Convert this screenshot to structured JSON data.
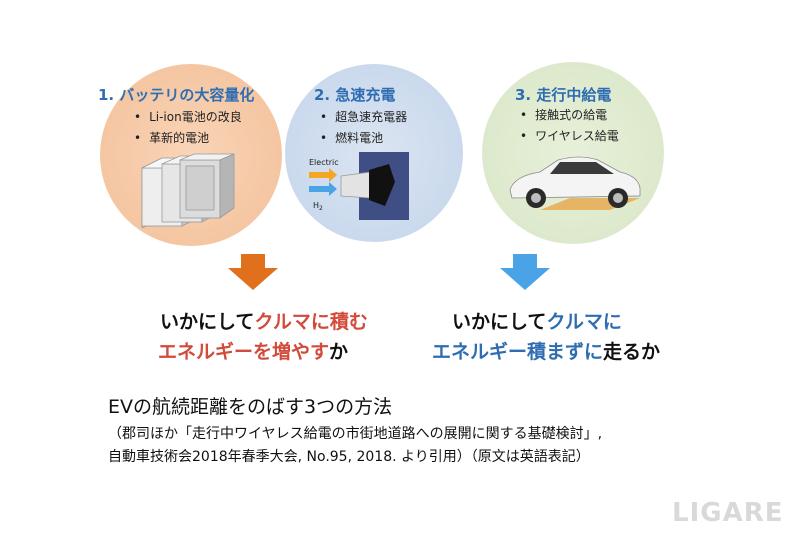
{
  "steps": [
    {
      "title": "1. バッテリの大容量化",
      "bullets": [
        "Li-ion電池の改良",
        "革新的電池"
      ]
    },
    {
      "title": "2. 急速充電",
      "bullets": [
        "超急速充電器",
        "燃料電池"
      ],
      "diagram_labels": {
        "electric": "Electric",
        "h2": "H",
        "h2_sub": "2"
      }
    },
    {
      "title": "3. 走行中給電",
      "bullets": [
        "接触式の給電",
        "ワイヤレス給電"
      ]
    }
  ],
  "left_group": {
    "line1_a": "いかにして",
    "line1_b": "クルマに積む",
    "line2_a": "エネルギーを増やす",
    "line2_b": "か"
  },
  "right_group": {
    "line1_a": "いかにして",
    "line1_b": "クルマに",
    "line2_a": "エネルギー積まずに",
    "line2_b": "走るか"
  },
  "caption": {
    "title": "EVの航続距離をのばす3つの方法",
    "line1": "（郡司ほか「走行中ワイヤレス給電の市街地道路への展開に関する基礎検討」,",
    "line2": "自動車技術会2018年春季大会, No.95, 2018. より引用）（原文は英語表記）"
  },
  "logo": "LIGARE",
  "colors": {
    "orange_arrow": "#e0701c",
    "blue_arrow": "#4aa3e6",
    "title_blue": "#2f6db3",
    "emph_red": "#d24a3a"
  }
}
